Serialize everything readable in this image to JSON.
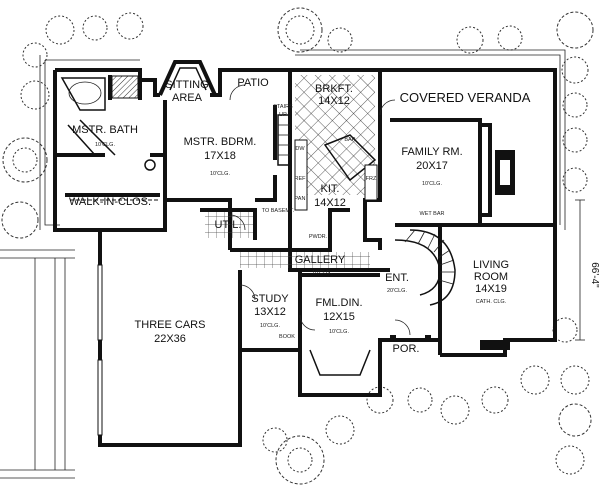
{
  "rooms": {
    "sitting_area": {
      "line1": "SITTING",
      "line2": "AREA"
    },
    "patio": {
      "name": "PATIO"
    },
    "brkft": {
      "name": "BRKFT.",
      "dims": "14X12"
    },
    "covered_veranda": {
      "name": "COVERED VERANDA"
    },
    "mstr_bath": {
      "name": "MSTR. BATH",
      "note": "10'CLG."
    },
    "mstr_bdrm": {
      "name": "MSTR. BDRM.",
      "dims": "17X18",
      "note": "10'CLG."
    },
    "family_rm": {
      "name": "FAMILY RM.",
      "dims": "20X17",
      "note": "10'CLG."
    },
    "kit": {
      "name": "KIT.",
      "dims": "14X12"
    },
    "walk_in_clos": {
      "name": "WALK-IN-CLOS."
    },
    "util": {
      "name": "UTIL."
    },
    "pwdr": {
      "name": "PWDR."
    },
    "gallery": {
      "name": "GALLERY",
      "note": "10'CLG."
    },
    "ent": {
      "name": "ENT.",
      "note": "20'CLG."
    },
    "living_room": {
      "name": "LIVING",
      "name2": "ROOM",
      "dims": "14X19",
      "note": "CATH. CLG."
    },
    "study": {
      "name": "STUDY",
      "dims": "13X12",
      "note": "10'CLG."
    },
    "fml_din": {
      "name": "FML.DIN.",
      "dims": "12X15",
      "note": "10'CLG."
    },
    "garage": {
      "name": "THREE CARS",
      "dims": "22X36"
    },
    "por": {
      "name": "POR."
    }
  },
  "annotations": {
    "stairs_up": {
      "line1": "STAIRS",
      "line2": "UP"
    },
    "bar": "BAR",
    "wet_bar": "WET BAR",
    "to_basement": "TO BASEMT.",
    "book": "BOOK",
    "dw": "DW",
    "ref": "REF",
    "pan": "PAN",
    "frz": "FRZ"
  },
  "dimension": {
    "depth": "66'-4\""
  }
}
